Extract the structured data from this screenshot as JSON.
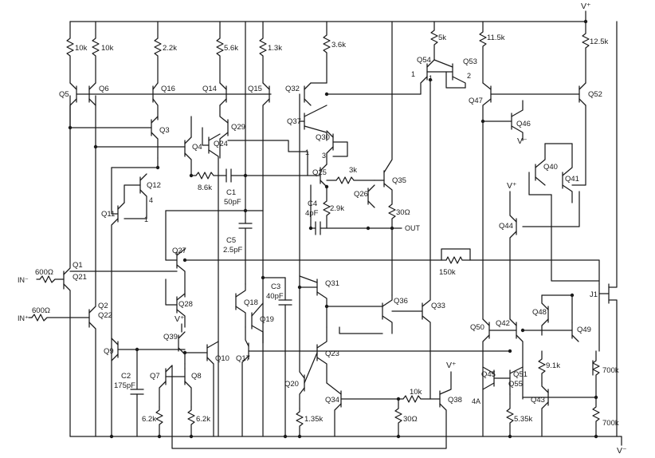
{
  "rails": {
    "vplus": "V⁺",
    "vminus": "V⁻"
  },
  "pins": {
    "in_minus": "IN⁻",
    "in_plus": "IN⁺",
    "out": "OUT"
  },
  "transistors": {
    "q1": "Q1",
    "q2": "Q2",
    "q3": "Q3",
    "q4": "Q4",
    "q5": "Q5",
    "q6": "Q6",
    "q7": "Q7",
    "q8": "Q8",
    "q9": "Q9",
    "q10": "Q10",
    "q11": "Q11",
    "q12": "Q12",
    "q14": "Q14",
    "q15": "Q15",
    "q16": "Q16",
    "q17": "Q17",
    "q18": "Q18",
    "q19": "Q19",
    "q20": "Q20",
    "q21": "Q21",
    "q22": "Q22",
    "q23": "Q23",
    "q24": "Q24",
    "q25": "Q25",
    "q26": "Q26",
    "q27": "Q27",
    "q28": "Q28",
    "q29": "Q29",
    "q30": "Q30",
    "q31": "Q31",
    "q32": "Q32",
    "q33": "Q33",
    "q34": "Q34",
    "q35": "Q35",
    "q36": "Q36",
    "q37": "Q37",
    "q38": "Q38",
    "q39": "Q39",
    "q40": "Q40",
    "q41": "Q41",
    "q42": "Q42",
    "q43": "Q43",
    "q44": "Q44",
    "q45": "Q45",
    "q46": "Q46",
    "q47": "Q47",
    "q48": "Q48",
    "q49": "Q49",
    "q50": "Q50",
    "q51": "Q51",
    "q52": "Q52",
    "q53": "Q53",
    "q54": "Q54",
    "q55": "Q55",
    "j1": "J1"
  },
  "resistors": {
    "r_10k_a": "10k",
    "r_10k_b": "10k",
    "r_2_2k": "2.2k",
    "r_5_6k": "5.6k",
    "r_1_3k": "1.3k",
    "r_3_6k": "3.6k",
    "r_5k": "5k",
    "r_11_5k": "11.5k",
    "r_12_5k": "12.5k",
    "r_8_6k": "8.6k",
    "r_3k": "3k",
    "r_2_9k": "2.9k",
    "r_30_a": "30Ω",
    "r_150k": "150k",
    "r_600_a": "600Ω",
    "r_600_b": "600Ω",
    "r_6_2k_a": "6.2k",
    "r_6_2k_b": "6.2k",
    "r_1_35k": "1.35k",
    "r_10k_c": "10k",
    "r_30_b": "30Ω",
    "r_5_35k": "5.35k",
    "r_9_1k": "9.1k",
    "r_700k_a": "700k",
    "r_700k_b": "700k"
  },
  "capacitors": {
    "c1_name": "C1",
    "c1_value": "50pF",
    "c2_name": "C2",
    "c2_value": "175pF",
    "c3_name": "C3",
    "c3_value": "40pF",
    "c4_name": "C4",
    "c4_value": "4pF",
    "c5_name": "C5",
    "c5_value": "2.5pF"
  },
  "node_marks": {
    "q12_n4": "4",
    "q12_n1": "1",
    "q54_n1": "1",
    "q53_n2": "2",
    "q30_n1": "1",
    "q30_n3": "3",
    "q45_area": "4A"
  }
}
